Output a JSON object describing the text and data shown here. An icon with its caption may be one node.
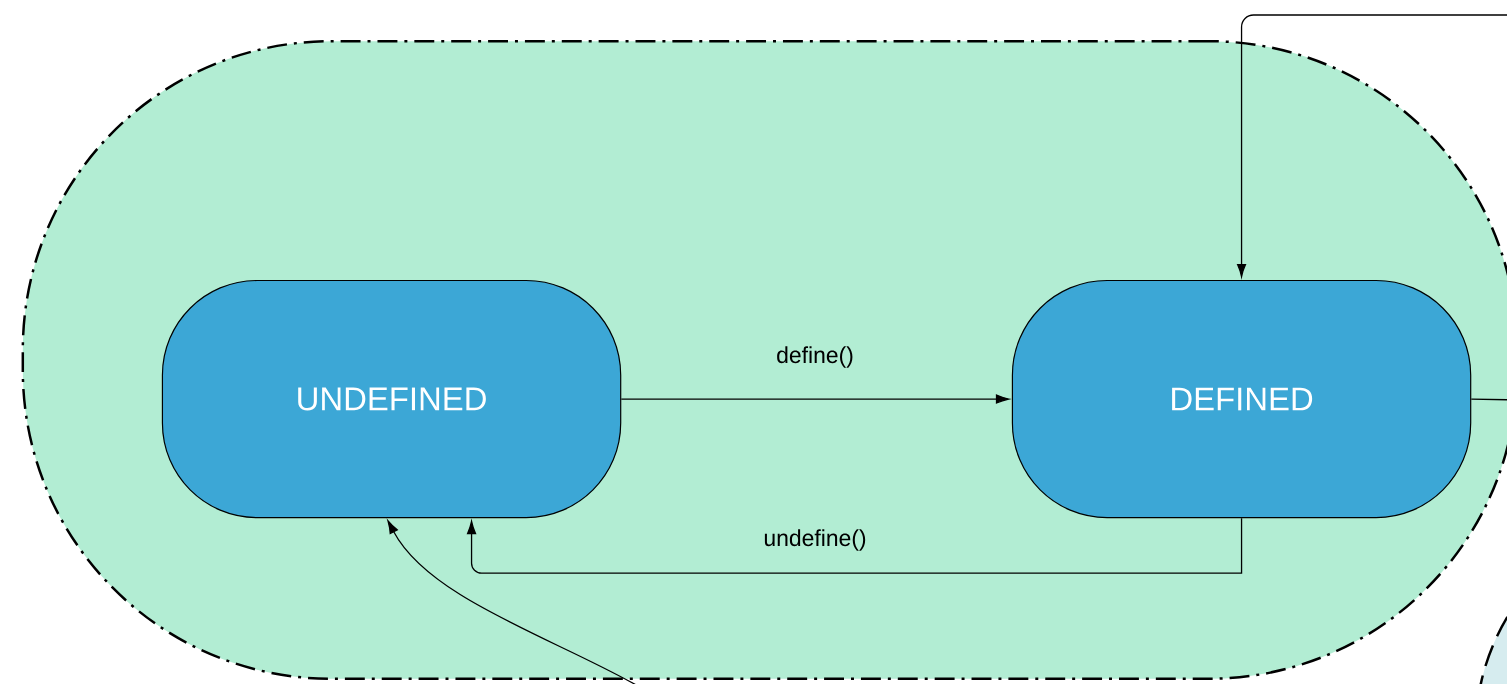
{
  "diagram": {
    "nodes": [
      {
        "text": [],
        "shape": "box"
      },
      {
        "text": [
          "UNDEFINED"
        ],
        "in": 0
      },
      {
        "text": [
          "DEFINED"
        ],
        "in": 0
      },
      {
        "text": [],
        "shape": "box"
      }
    ],
    "edges": [
      {
        "from": 1,
        "to": 2,
        "arrow": "to",
        "label": "define()"
      },
      {
        "from": 2,
        "to": 1,
        "arrow": "to",
        "label": "undefine()"
      },
      {
        "from": null,
        "to": 2,
        "arrow": "to"
      },
      {
        "from": 2,
        "to": null,
        "arrow": "none"
      },
      {
        "from": null,
        "to": 1,
        "arrow": "to"
      }
    ]
  }
}
